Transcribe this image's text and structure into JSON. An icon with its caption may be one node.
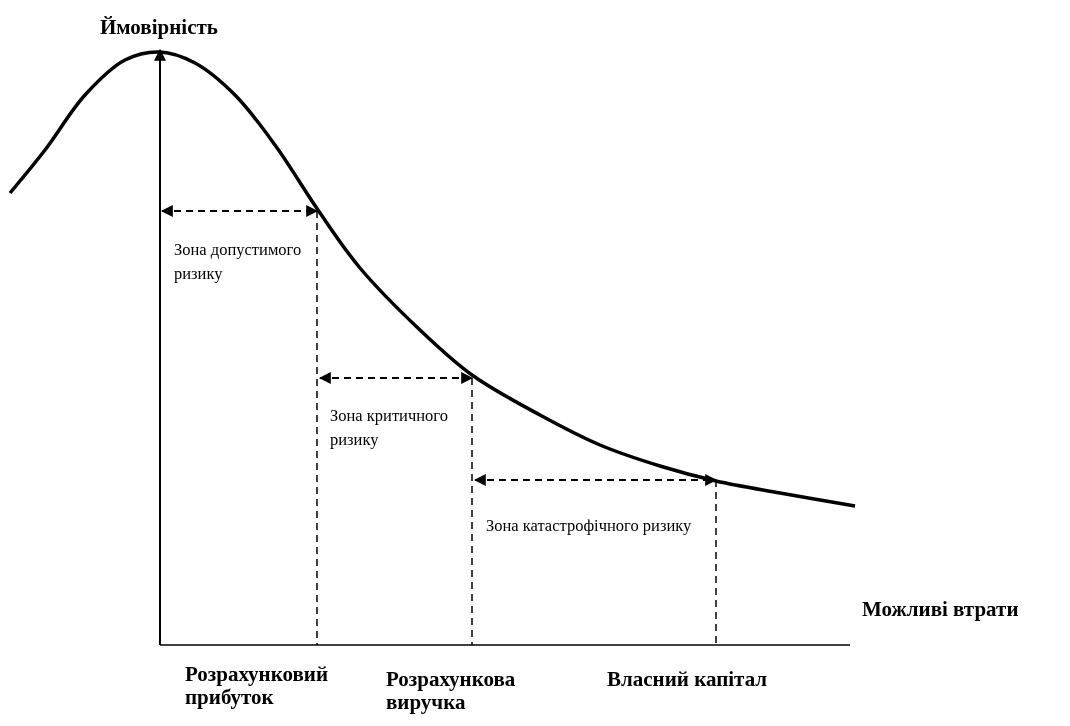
{
  "diagram": {
    "labels": [
      "Ймовірність",
      "Зона допустимого ризику",
      "Зона критичного ризику",
      "Зона катастрофічного ризику",
      "Можливі втрати",
      "Розрахунковий прибуток",
      "Розрахункова виручка",
      "Власний капітал"
    ]
  }
}
